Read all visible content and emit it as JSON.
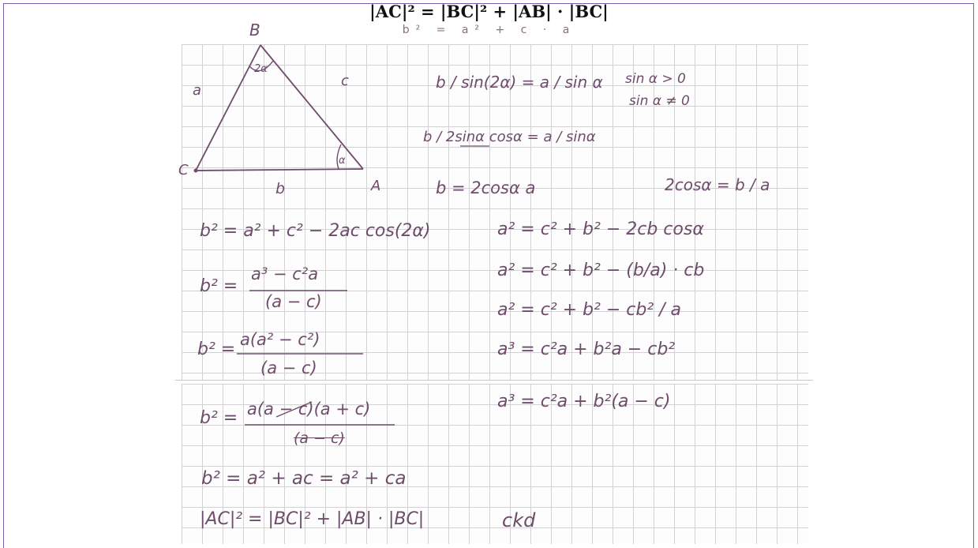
{
  "heading": {
    "identity": "|AC|² = |BC|² + |AB| · |BC|",
    "handwritten": "b² = a² + c · a"
  },
  "triangle": {
    "vertex_b": "B",
    "vertex_c": "C",
    "vertex_a": "A",
    "side_a": "a",
    "side_b": "b",
    "side_c": "c",
    "angle_at_b": "2α",
    "angle_at_a": "α"
  },
  "right_column": {
    "sine_law_1": "b / sin(2α) = a / sin α",
    "sin_positive": "sin α > 0",
    "sin_nonzero": "sin α ≠ 0",
    "sine_law_2": "b / 2sinα cosα = a / sinα",
    "b_equals": "b = 2cosα a",
    "two_cos": "2cosα = b / a",
    "cos_law_a": "a² = c² + b² − 2cb cosα",
    "sub_1": "a² = c² + b² − (b/a) · cb",
    "sub_2": "a² = c² + b² − cb² / a",
    "sub_3": "a³ = c²a + b²a − cb²",
    "sub_4": "a³ = c²a + b²(a − c)"
  },
  "left_column": {
    "cos_law_b": "b² = a² + c² − 2ac cos(2α)",
    "frac_1_num": "a³ − c²a",
    "frac_1_den": "(a − c)",
    "frac_2_num": "a(a² − c²)",
    "frac_2_den": "(a − c)",
    "frac_3_num": "a(a − c)(a + c)",
    "frac_3_den": "(a − c)",
    "b_sq": "b² =",
    "simplified": "b² = a² + ac = a² + ca",
    "conclusion": "|AC|² = |BC|² + |AB| · |BC|",
    "qed": "ckd"
  }
}
